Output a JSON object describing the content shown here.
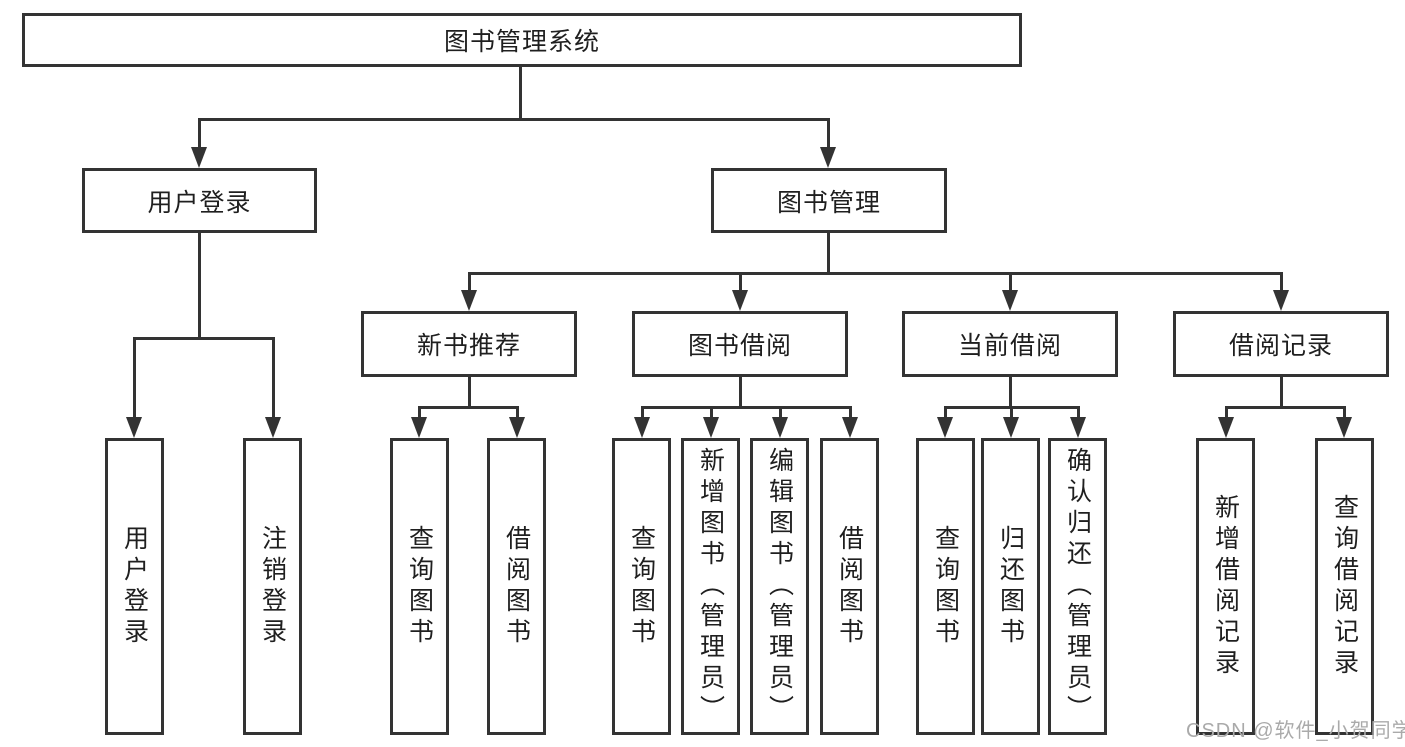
{
  "colors": {
    "line": "#333333",
    "text": "#1f1f1f",
    "background": "#ffffff",
    "watermark_color": "#aaaaaa"
  },
  "tree": {
    "label": "图书管理系统",
    "children": [
      {
        "label": "用户登录",
        "children": [
          {
            "label": "用户登录"
          },
          {
            "label": "注销登录"
          }
        ]
      },
      {
        "label": "图书管理",
        "children": [
          {
            "label": "新书推荐",
            "children": [
              {
                "label": "查询图书"
              },
              {
                "label": "借阅图书"
              }
            ]
          },
          {
            "label": "图书借阅",
            "children": [
              {
                "label": "查询图书"
              },
              {
                "label": "新增图书（管理员）"
              },
              {
                "label": "编辑图书（管理员）"
              },
              {
                "label": "借阅图书"
              }
            ]
          },
          {
            "label": "当前借阅",
            "children": [
              {
                "label": "查询图书"
              },
              {
                "label": "归还图书"
              },
              {
                "label": "确认归还（管理员）"
              }
            ]
          },
          {
            "label": "借阅记录",
            "children": [
              {
                "label": "新增借阅记录"
              },
              {
                "label": "查询借阅记录"
              }
            ]
          }
        ]
      }
    ]
  },
  "watermark": "CSDN @软件_小贺同学"
}
